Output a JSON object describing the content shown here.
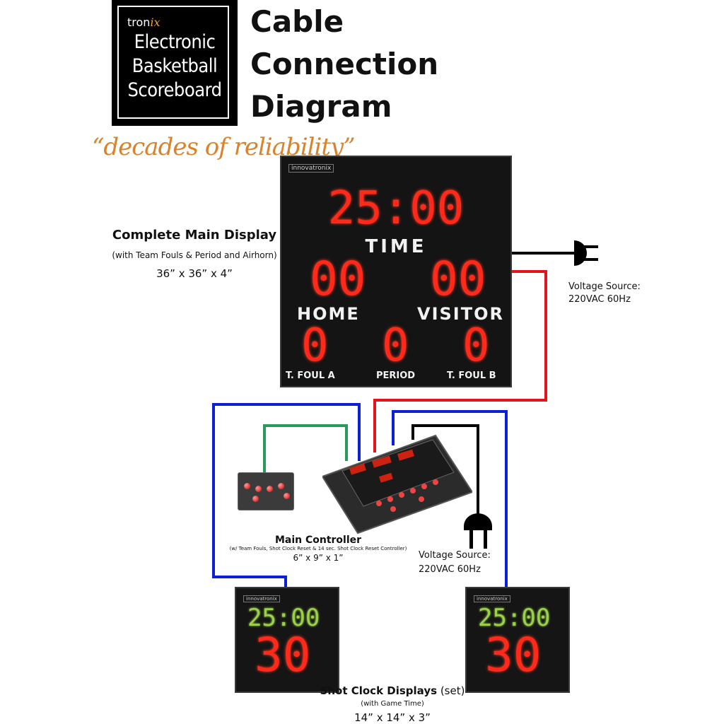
{
  "logo": {
    "brand_prefix": "tron",
    "brand_suffix": "ix",
    "lines": [
      "Electronic",
      "Basketball",
      "Scoreboard"
    ]
  },
  "title": [
    "Cable",
    "Connection",
    "Diagram"
  ],
  "tagline": "“decades of reliability”",
  "main_display": {
    "label": "Complete Main Display",
    "sublabel": "(with Team Fouls & Period and Airhorn)",
    "dimensions": "36” x 36” x 4”",
    "brand": "innovatronix",
    "time_value": "25:00",
    "time_label": "TIME",
    "home_score": "00",
    "visitor_score": "00",
    "home_label": "HOME",
    "visitor_label": "VISITOR",
    "foul_a": "0",
    "period": "0",
    "foul_b": "0",
    "foul_a_label": "T. FOUL A",
    "period_label": "PERIOD",
    "foul_b_label": "T. FOUL B"
  },
  "voltage_top": {
    "line1": "Voltage Source:",
    "line2": "220VAC 60Hz"
  },
  "voltage_mid": {
    "line1": "Voltage Source:",
    "line2": "220VAC 60Hz"
  },
  "controller": {
    "label": "Main Controller",
    "sublabel": "(w/ Team Fouls, Shot Clock Reset & 14 sec. Shot Clock Reset Controller)",
    "dimensions": "6” x 9” x 1”"
  },
  "shot_clock": {
    "label": "Shot Clock Displays",
    "label_suffix": " (set)",
    "sublabel": "(with Game Time)",
    "dimensions": "14” x 14” x 3”",
    "brand": "innovatronix",
    "game_time": "25:00",
    "shot_value": "30"
  },
  "colors": {
    "cable_blue": "#0b1fd6",
    "cable_red": "#e3141b",
    "cable_green": "#2a9a5a",
    "cable_black": "#000000",
    "led_red": "#ff2a1a",
    "led_green": "#9bd14a",
    "tagline": "#d9822b"
  },
  "icons": [
    "plug-right-icon",
    "plug-down-icon"
  ]
}
